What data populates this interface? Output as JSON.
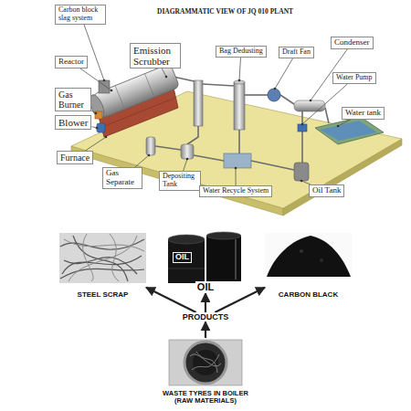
{
  "diagram": {
    "title": "DIAGRAMMATIC VIEW OF JQ 010 PLANT",
    "nodes": [
      {
        "text": [
          "Carbon block slag system"
        ]
      },
      {
        "text": [
          "Emission Scrubber"
        ]
      },
      {
        "text": [
          "Bag Dedusting"
        ]
      },
      {
        "text": [
          "Draft Fan"
        ]
      },
      {
        "text": [
          "Condenser"
        ]
      },
      {
        "text": [
          "Reactor"
        ]
      },
      {
        "text": [
          "Water Pump"
        ]
      },
      {
        "text": [
          "Gas Burner"
        ]
      },
      {
        "text": [
          "Water tank"
        ]
      },
      {
        "text": [
          "Blower"
        ]
      },
      {
        "text": [
          "Furnace"
        ]
      },
      {
        "text": [
          "Gas Separate"
        ]
      },
      {
        "text": [
          "Depositing Tank"
        ]
      },
      {
        "text": [
          "Water Recycle System"
        ]
      },
      {
        "text": [
          "Oil Tank"
        ]
      },
      {
        "text": [
          "STEEL SCRAP"
        ]
      },
      {
        "text": [
          "OIL"
        ]
      },
      {
        "text": [
          "CARBON BLACK"
        ]
      },
      {
        "text": [
          "PRODUCTS"
        ]
      },
      {
        "text": [
          "WASTE TYRES IN BOILER (RAW MATERIALS)"
        ]
      }
    ],
    "edges": [
      {
        "from": 18,
        "to": 15,
        "arrow": "to"
      },
      {
        "from": 18,
        "to": 16,
        "arrow": "to"
      },
      {
        "from": 18,
        "to": 17,
        "arrow": "to"
      },
      {
        "from": 19,
        "to": 18,
        "arrow": "to"
      }
    ],
    "labels": [
      "OIL"
    ]
  }
}
